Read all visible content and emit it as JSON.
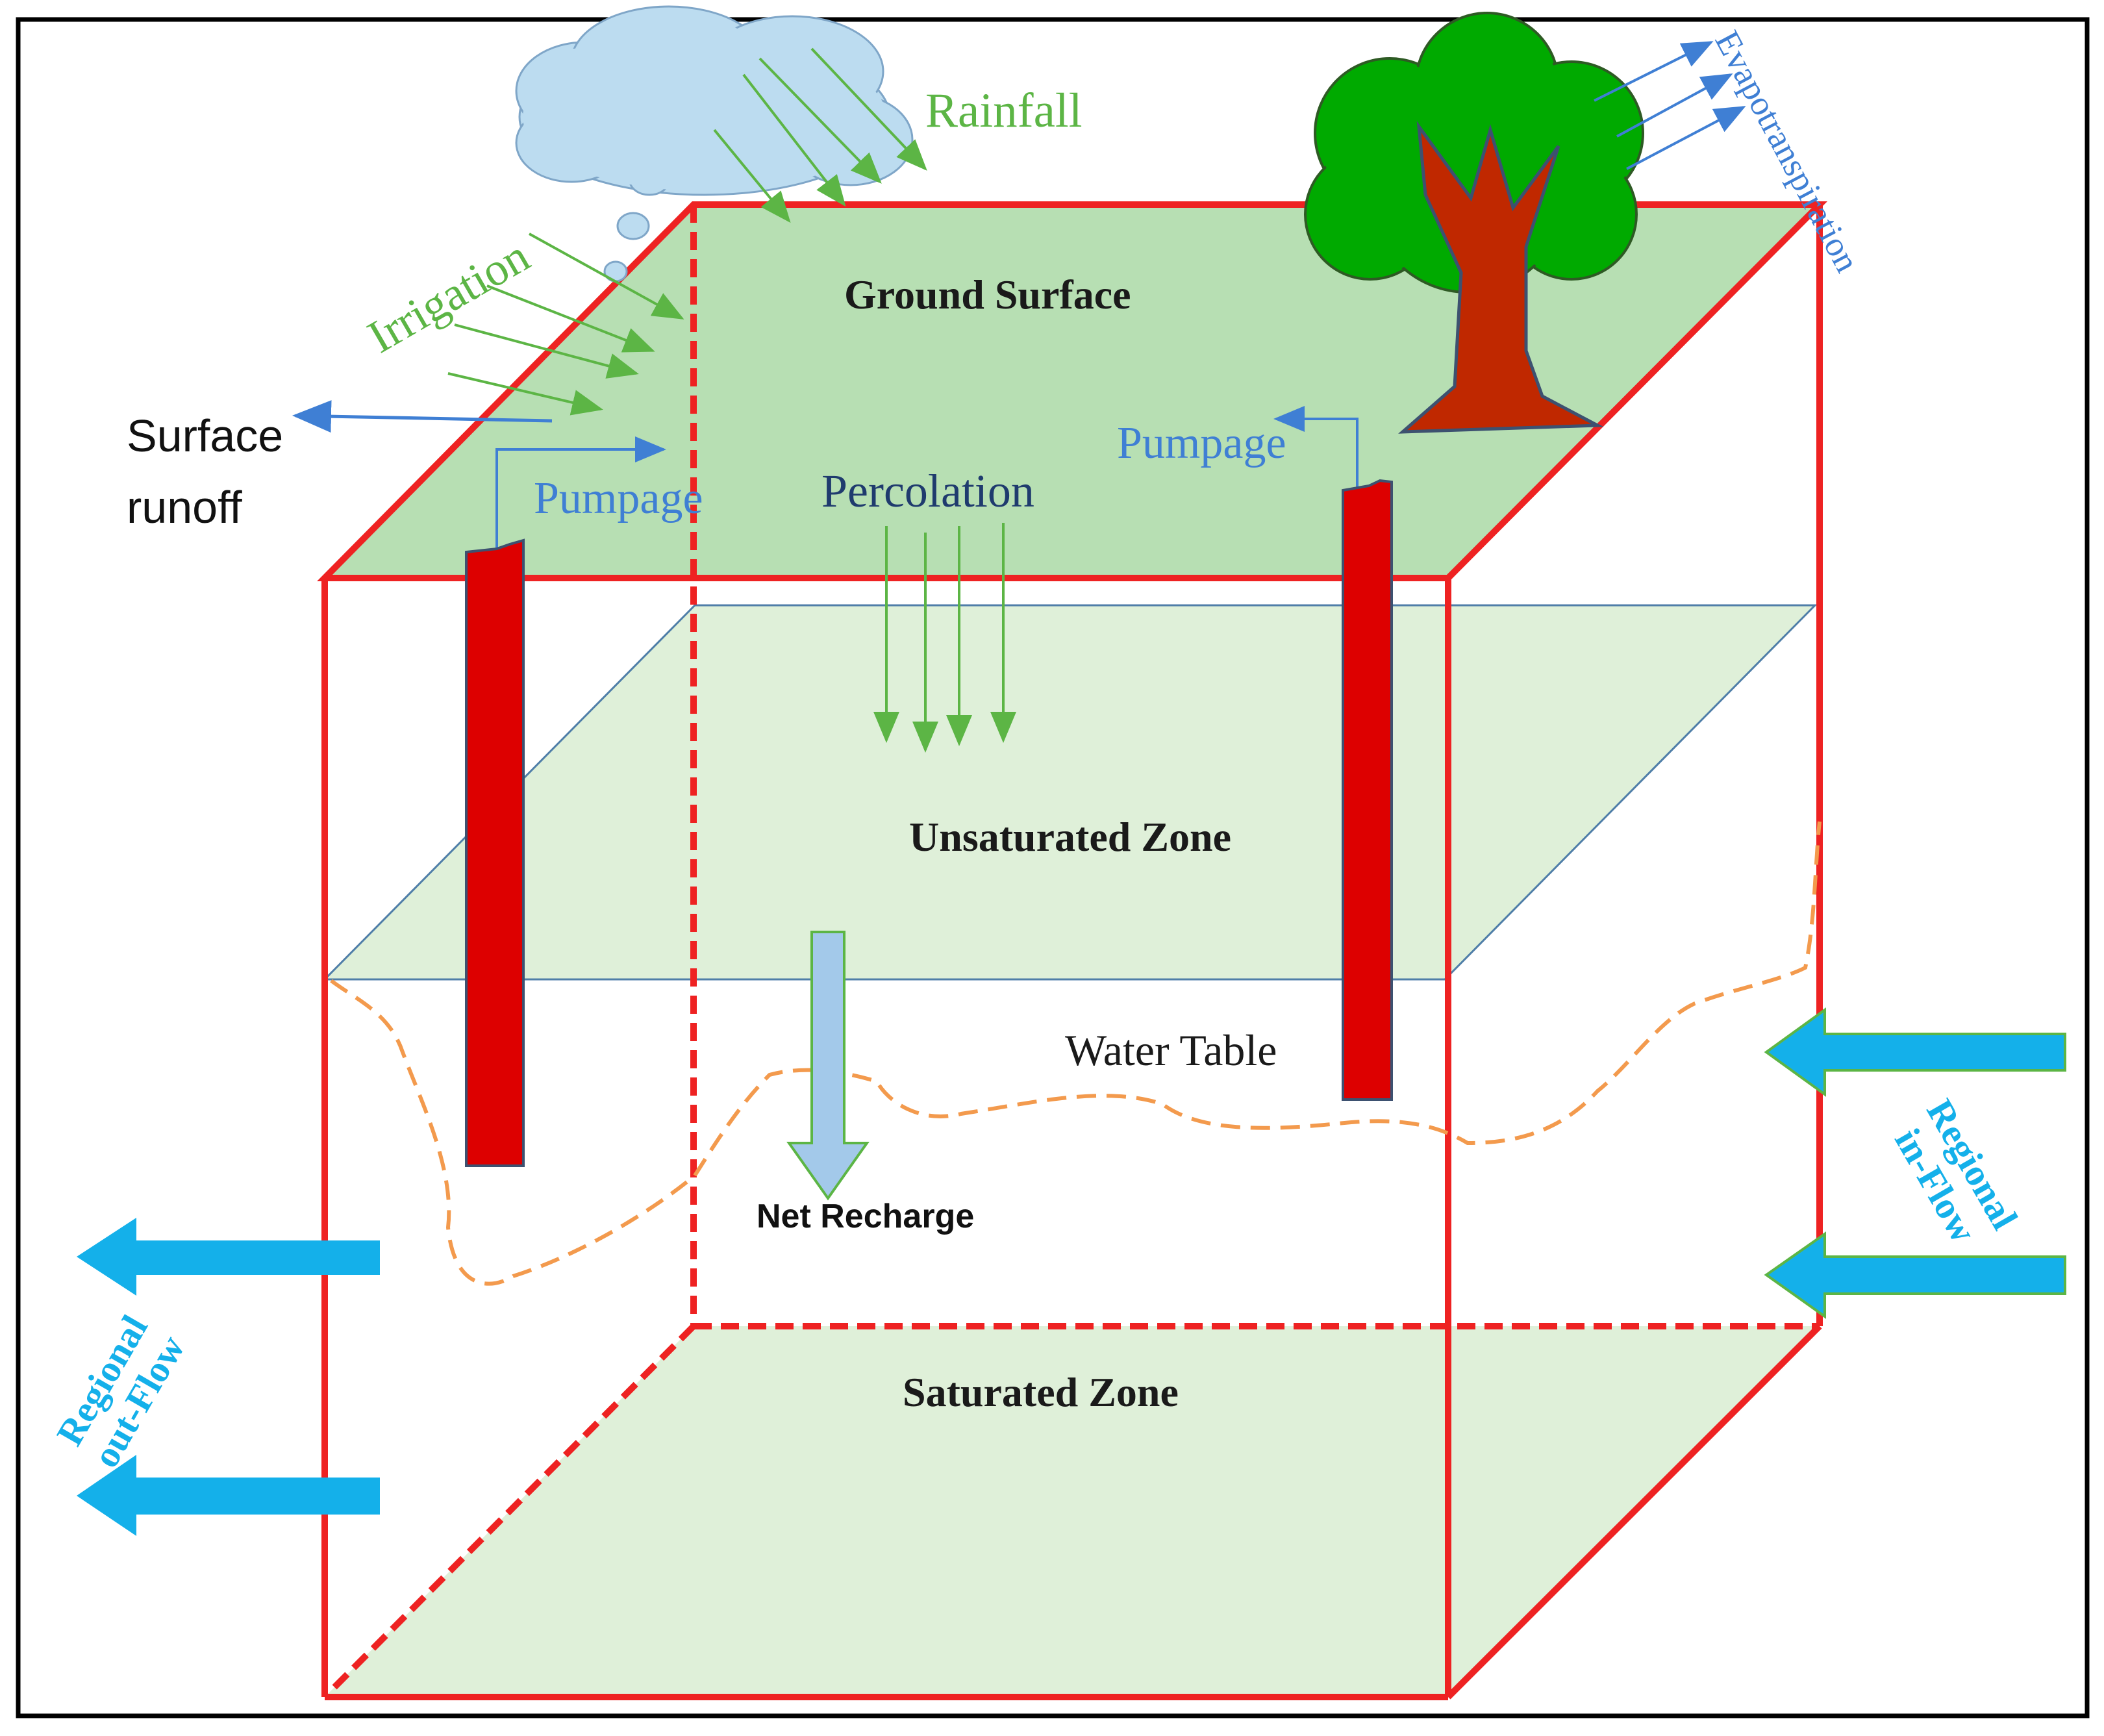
{
  "labels": {
    "rainfall": "Rainfall",
    "evapotranspiration": "Evapotranspiration",
    "irrigation": "Irrigation",
    "ground_surface": "Ground Surface",
    "surface_runoff_line1": "Surface",
    "surface_runoff_line2": "runoff",
    "pumpage_left": "Pumpage",
    "pumpage_right": "Pumpage",
    "percolation": "Percolation",
    "unsaturated_zone": "Unsaturated Zone",
    "water_table": "Water Table",
    "net_recharge": "Net Recharge",
    "saturated_zone": "Saturated Zone",
    "regional_inflow_line1": "Regional",
    "regional_inflow_line2": "in-Flow",
    "regional_outflow_line1": "Regional",
    "regional_outflow_line2": "out-Flow"
  },
  "colors": {
    "box_edge": "#ee2222",
    "well": "#dd0000",
    "surface_fill": "#b7dfb3",
    "zone_fill": "#dff0d9",
    "rain_green": "#5cb545",
    "evap_blue": "#3f7fd4",
    "flow_cyan": "#14b0ea",
    "recharge_blue": "#a3c9ea",
    "water_table_orange": "#f39a4d",
    "cloud": "#bcdcf0",
    "tree_green": "#00aa00",
    "trunk": "#c02800"
  }
}
